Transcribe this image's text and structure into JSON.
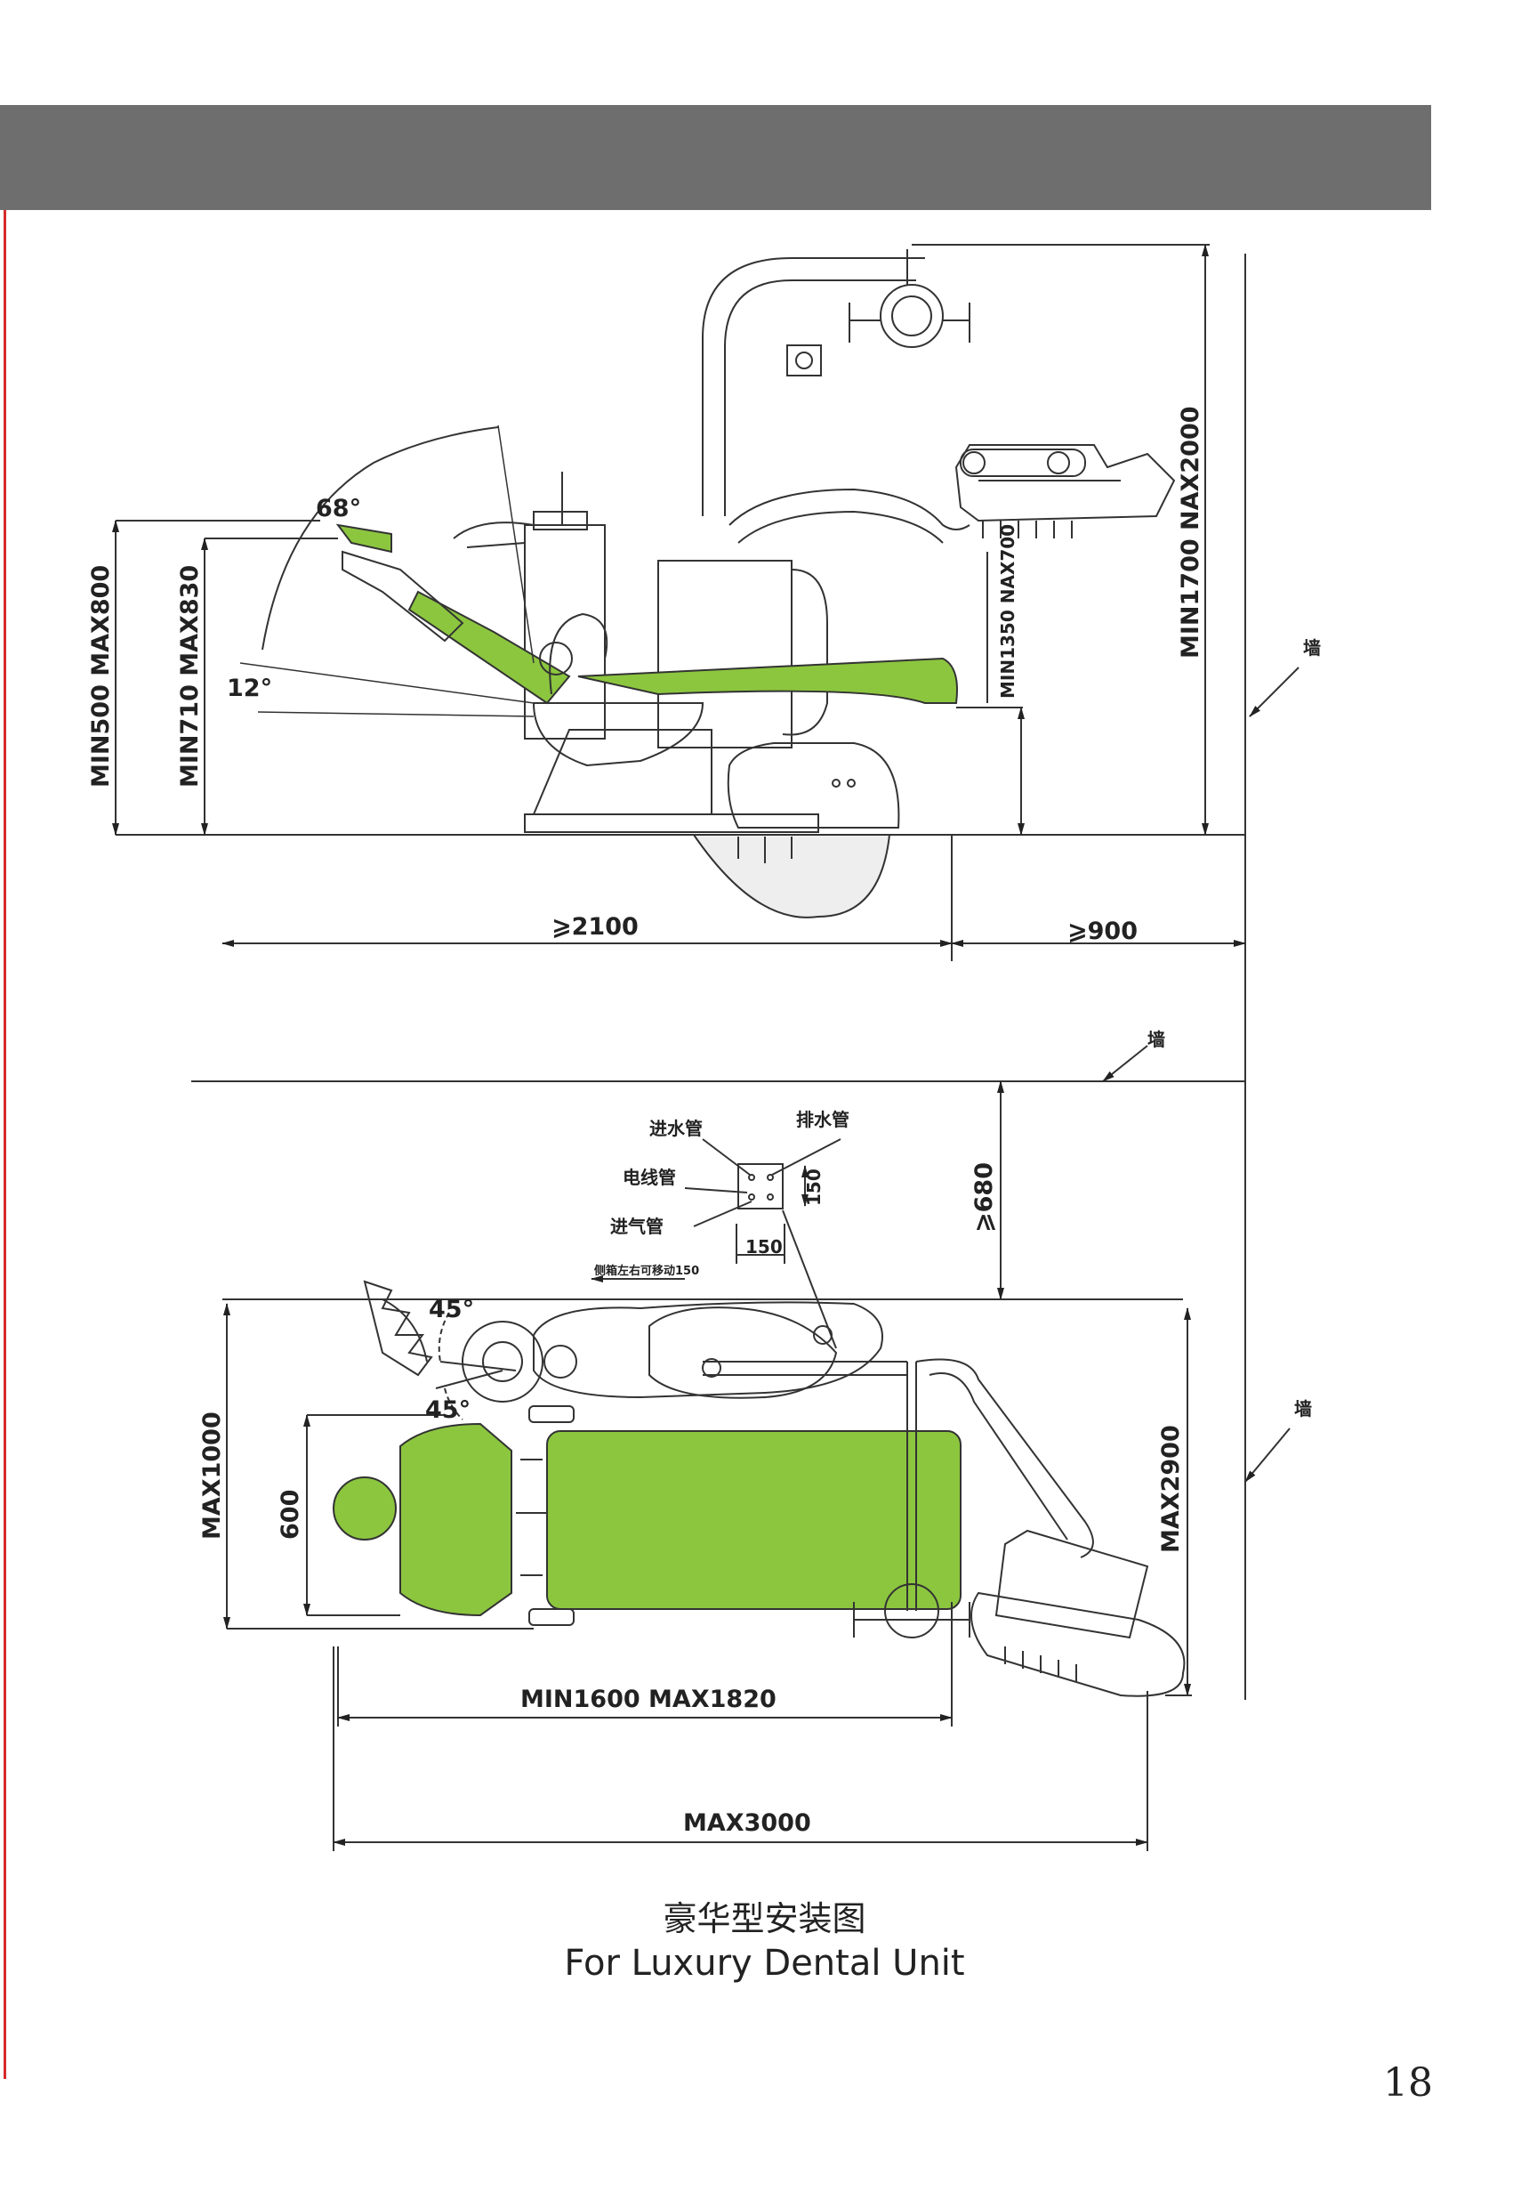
{
  "side_view": {
    "angle_upper": "68°",
    "angle_lower": "12°",
    "dim_min500_max800": "MIN500  MAX800",
    "dim_min710_max830": "MIN710  MAX830",
    "dim_min1350_nax700": "MIN1350  NAX700",
    "dim_min1700_nax2000": "MIN1700  NAX2000",
    "dim_2100": "⩾2100",
    "dim_900": "⩾900",
    "wall": "墙"
  },
  "plan_view": {
    "wall_top": "墙",
    "wall_right": "墙",
    "water_in_pipe": "进水管",
    "drain_pipe": "排水管",
    "power_line": "电线管",
    "air_in_pipe": "进气管",
    "box_150_h": "150",
    "box_150_w": "150",
    "dim_680": "⩾680",
    "side_box_note": "侧箱左右可移动150",
    "angle_a": "45°",
    "angle_b": "45°",
    "dim_max1000": "MAX1000",
    "dim_600": "600",
    "dim_max2900": "MAX2900",
    "dim_min1600_max1820": "MIN1600    MAX1820",
    "dim_max3000": "MAX3000"
  },
  "colors": {
    "seat_green": "#8cc63f",
    "header_gray": "#6e6e6e",
    "accent_red": "#d62b2b"
  },
  "caption": {
    "title_cn": "豪华型安装图",
    "title_en": "For Luxury Dental Unit"
  },
  "page_number": "18"
}
